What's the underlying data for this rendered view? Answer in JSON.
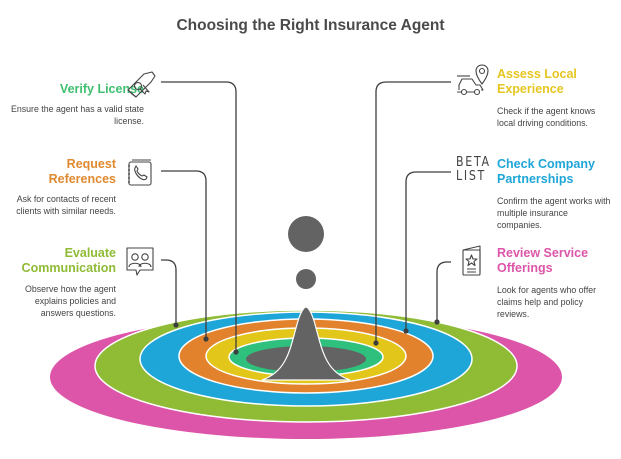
{
  "title": "Choosing the Right Insurance Agent",
  "colors": {
    "center": "#636363",
    "rings": [
      "#2ec07c",
      "#e2c619",
      "#e2822c",
      "#1fa6d8",
      "#8fbb35",
      "#dd55a8"
    ],
    "connector": "#3e3e3e"
  },
  "steps": [
    {
      "id": "verify-license",
      "side": "left",
      "label": "Verify License",
      "description": "Ensure the agent has a valid state license.",
      "icon": "diploma-icon",
      "color": "#3fbf6f",
      "ring": 0
    },
    {
      "id": "request-references",
      "side": "left",
      "label": "Request References",
      "description": "Ask for contacts of recent clients with similar needs.",
      "icon": "phone-book-icon",
      "color": "#e08a30",
      "ring": 2
    },
    {
      "id": "evaluate-communication",
      "side": "left",
      "label": "Evaluate Communication",
      "description": "Observe how the agent explains policies and answers questions.",
      "icon": "people-chat-icon",
      "color": "#8fbb35",
      "ring": 4
    },
    {
      "id": "assess-local-experience",
      "side": "right",
      "label": "Assess Local Experience",
      "description": "Check if the agent knows local driving conditions.",
      "icon": "car-location-icon",
      "color": "#e6c620",
      "ring": 1
    },
    {
      "id": "check-company-partnerships",
      "side": "right",
      "label": "Check Company Partnerships",
      "description": "Confirm the agent works with multiple insurance companies.",
      "icon": "beta-list-icon",
      "icon_text": [
        "BETA",
        "LIST"
      ],
      "color": "#1fa6d8",
      "ring": 3
    },
    {
      "id": "review-service-offerings",
      "side": "right",
      "label": "Review Service Offerings",
      "description": "Look for agents who offer claims help and policy reviews.",
      "icon": "star-card-icon",
      "color": "#dd55a8",
      "ring": 5
    }
  ]
}
